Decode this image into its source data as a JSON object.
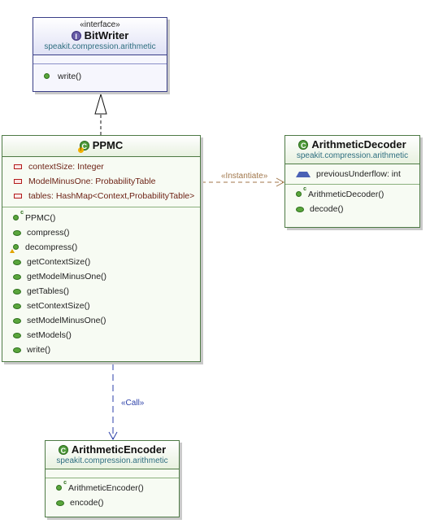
{
  "bitwriter": {
    "stereotype": "«interface»",
    "name": "BitWriter",
    "package": "speakit.compression.arithmetic",
    "methods": [
      "write()"
    ]
  },
  "ppmc": {
    "name": "PPMC",
    "fields": [
      "contextSize: Integer",
      "ModelMinusOne: ProbabilityTable",
      "tables: HashMap<Context,ProbabilityTable>"
    ],
    "methods": [
      "PPMC()",
      "compress()",
      "decompress()",
      "getContextSize()",
      "getModelMinusOne()",
      "getTables()",
      "setContextSize()",
      "setModelMinusOne()",
      "setModels()",
      "write()"
    ]
  },
  "decoder": {
    "name": "ArithmeticDecoder",
    "package": "speakit.compression.arithmetic",
    "fields": [
      "previousUnderflow: int"
    ],
    "methods": [
      "ArithmeticDecoder()",
      "decode()"
    ]
  },
  "encoder": {
    "name": "ArithmeticEncoder",
    "package": "speakit.compression.arithmetic",
    "methods": [
      "ArithmeticEncoder()",
      "encode()"
    ]
  },
  "relations": {
    "instantiate_label": "«Instantiate»",
    "call_label": "«Call»"
  },
  "colors": {
    "class_border": "#4e7a45",
    "interface_border": "#3a3f87",
    "instantiate_line": "#a0764a",
    "call_line": "#2b3fa8",
    "package_text": "#2f6f80"
  }
}
